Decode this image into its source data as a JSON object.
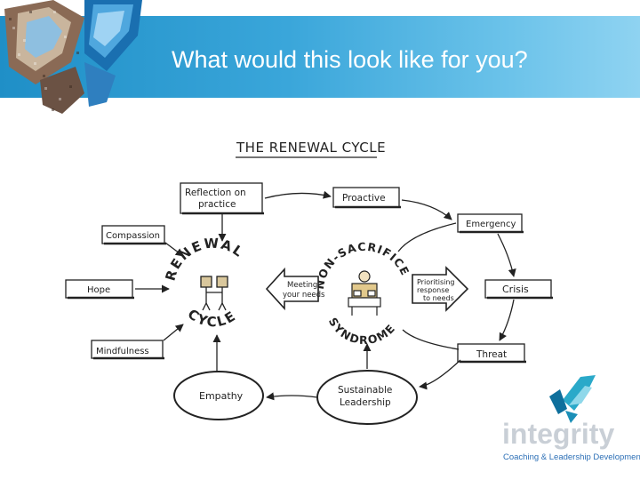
{
  "slide": {
    "title": "What would this look like for you?"
  },
  "diagram": {
    "heading": "THE RENEWAL CYCLE",
    "boxes": {
      "reflection_line1": "Reflection on",
      "reflection_line2": "practice",
      "compassion": "Compassion",
      "hope": "Hope",
      "mindfulness": "Mindfulness",
      "proactive": "Proactive",
      "emergency": "Emergency",
      "crisis": "Crisis",
      "threat": "Threat"
    },
    "ovals": {
      "empathy": "Empathy",
      "sustainable_line1": "Sustainable",
      "sustainable_line2": "Leadership"
    },
    "arrows": {
      "meeting_line1": "Meeting",
      "meeting_line2": "your needs",
      "prioritising_line1": "Prioritising",
      "prioritising_line2": "response",
      "prioritising_line3": "to needs"
    },
    "circles": {
      "renewal_top": "RENEWAL",
      "renewal_bottom": "CYCLE",
      "sacrifice_top": "NON-SACRIFICE",
      "sacrifice_bottom": "SYNDROME"
    }
  },
  "brand": {
    "name": "integrity",
    "tagline": "Coaching & Leadership Development"
  }
}
